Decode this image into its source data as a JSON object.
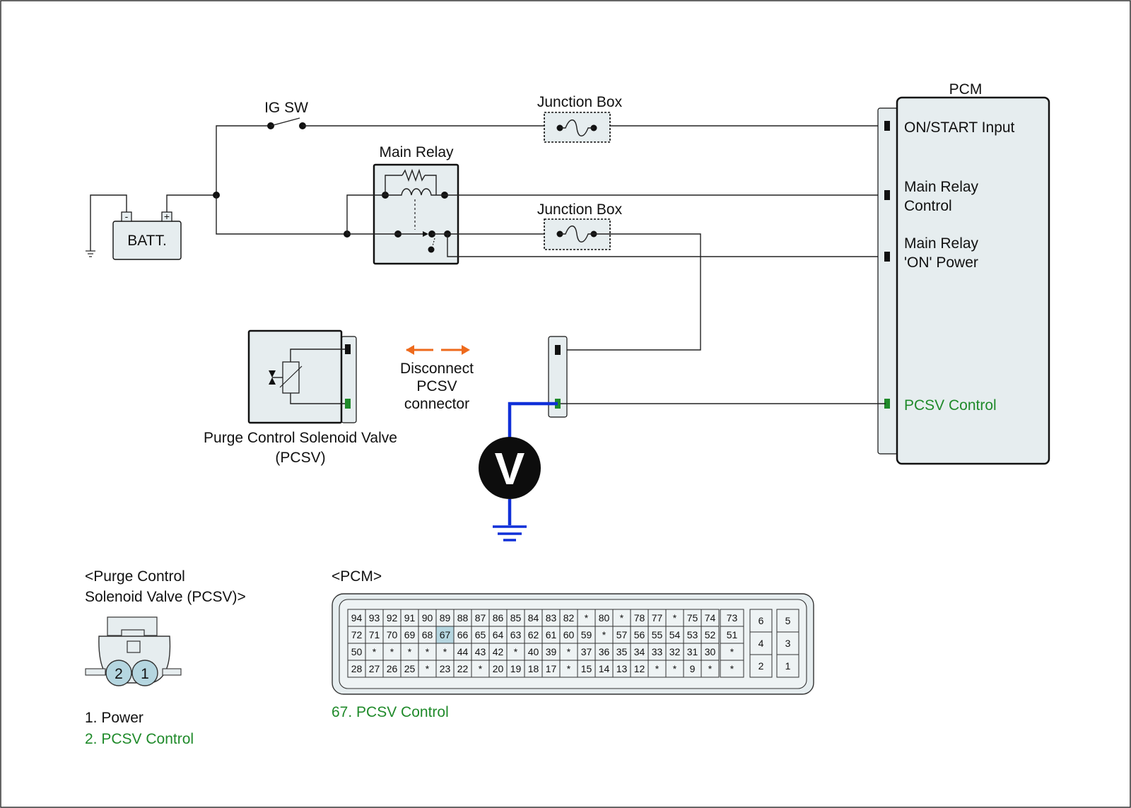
{
  "title_block": "",
  "labels": {
    "ig_sw": "IG SW",
    "junction_box_1": "Junction Box",
    "junction_box_2": "Junction Box",
    "main_relay": "Main Relay",
    "batt": "BATT.",
    "batt_minus": "-",
    "batt_plus": "+",
    "pcm": "PCM",
    "pcm_on_start": "ON/START Input",
    "pcm_main_relay_control_1": "Main Relay",
    "pcm_main_relay_control_2": "Control",
    "pcm_main_relay_on_1": "Main Relay",
    "pcm_main_relay_on_2": "'ON' Power",
    "pcm_pcsv_control": "PCSV Control",
    "disconnect_1": "Disconnect",
    "disconnect_2": "PCSV",
    "disconnect_3": "connector",
    "pcsv_caption_1": "Purge Control Solenoid Valve",
    "pcsv_caption_2": "(PCSV)",
    "voltmeter": "V"
  },
  "connector_pcsv": {
    "title_1": "<Purge Control",
    "title_2": "Solenoid Valve (PCSV)>",
    "pin_2": "2",
    "pin_1": "1",
    "legend_1": "1. Power",
    "legend_2": "2. PCSV Control"
  },
  "connector_pcm": {
    "title": "<PCM>",
    "rows": [
      [
        "94",
        "93",
        "92",
        "91",
        "90",
        "89",
        "88",
        "87",
        "86",
        "85",
        "84",
        "83",
        "82",
        "*",
        "80",
        "*",
        "78",
        "77",
        "*",
        "75",
        "74"
      ],
      [
        "72",
        "71",
        "70",
        "69",
        "68",
        "67",
        "66",
        "65",
        "64",
        "63",
        "62",
        "61",
        "60",
        "59",
        "*",
        "57",
        "56",
        "55",
        "54",
        "53",
        "52"
      ],
      [
        "50",
        "*",
        "*",
        "*",
        "*",
        "*",
        "44",
        "43",
        "42",
        "*",
        "40",
        "39",
        "*",
        "37",
        "36",
        "35",
        "34",
        "33",
        "32",
        "31",
        "30"
      ],
      [
        "28",
        "27",
        "26",
        "25",
        "*",
        "23",
        "22",
        "*",
        "20",
        "19",
        "18",
        "17",
        "*",
        "15",
        "14",
        "13",
        "12",
        "*",
        "*",
        "9",
        "*"
      ]
    ],
    "mid_column": [
      "73",
      "51",
      "*",
      "*"
    ],
    "power_left": [
      "6",
      "4",
      "2"
    ],
    "power_right": [
      "5",
      "3",
      "1"
    ],
    "highlight_pin": "67",
    "legend": "67. PCSV Control"
  },
  "colors": {
    "highlight": "#1f8a2a",
    "probe_wire": "#1030d8",
    "arrow": "#ee6a1c",
    "pin_highlight_fill": "#b5d6e0"
  }
}
